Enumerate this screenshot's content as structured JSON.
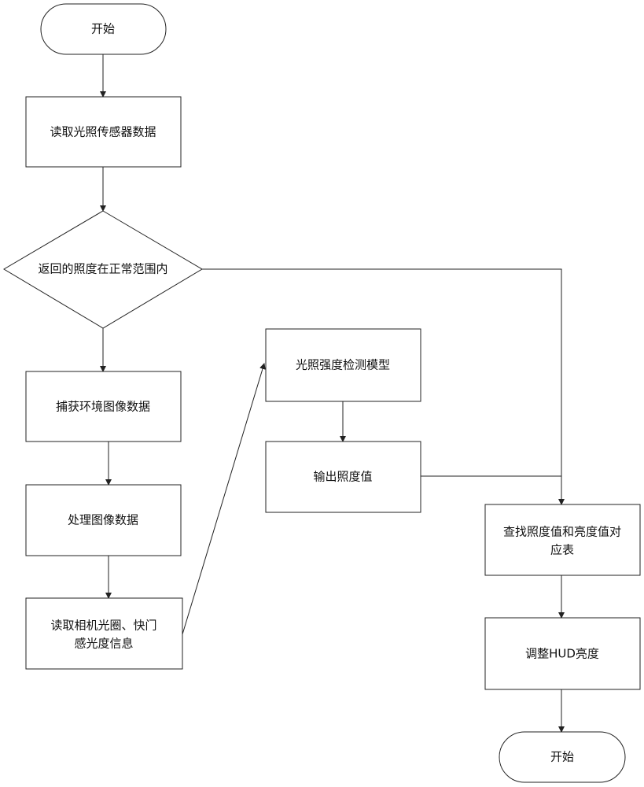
{
  "nodes": {
    "start": "开始",
    "read_sensor": "读取光照传感器数据",
    "decision": "返回的照度在正常范围内",
    "capture_image": "捕获环境图像数据",
    "process_image": "处理图像数据",
    "read_camera_line1": "读取相机光圈、快门",
    "read_camera_line2": "感光度信息",
    "detect_model": "光照强度检测模型",
    "output_illuminance": "输出照度值",
    "lookup_table_line1": "查找照度值和亮度值对",
    "lookup_table_line2": "应表",
    "adjust_hud": "调整HUD亮度",
    "end": "开始"
  }
}
